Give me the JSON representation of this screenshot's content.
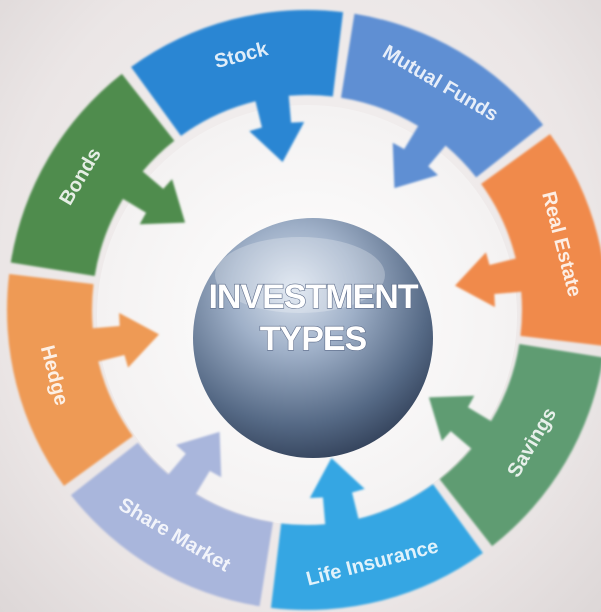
{
  "diagram": {
    "center": {
      "line1": "INVESTMENT",
      "line2": "TYPES"
    },
    "segments": [
      {
        "label": "Stock",
        "color": "#2b86d3"
      },
      {
        "label": "Mutual Funds",
        "color": "#5f8fd3"
      },
      {
        "label": "Real Estate",
        "color": "#f08a4b"
      },
      {
        "label": "Savings",
        "color": "#5f9c72"
      },
      {
        "label": "Life Insurance",
        "color": "#34a6e3"
      },
      {
        "label": "Share Market",
        "color": "#a9b6dc"
      },
      {
        "label": "Hedge",
        "color": "#ee9a55"
      },
      {
        "label": "Bonds",
        "color": "#4f8c4e"
      }
    ]
  }
}
